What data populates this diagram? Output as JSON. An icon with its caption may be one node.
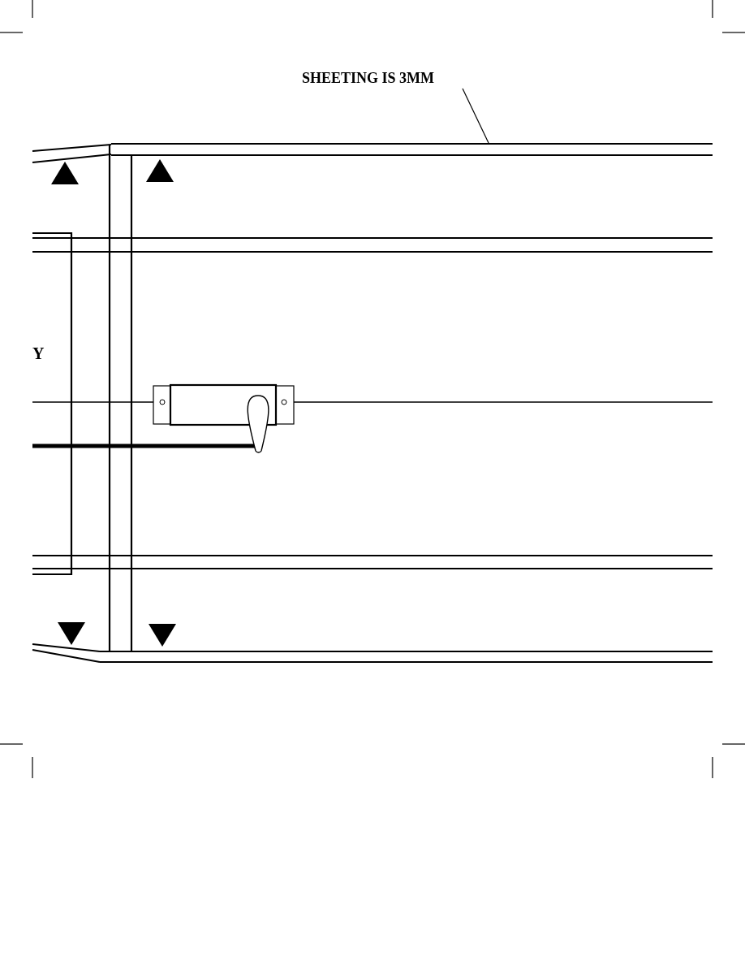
{
  "diagram": {
    "nodes": [
      {
        "text": [
          "SHEETING IS 3MM"
        ]
      },
      {
        "text": [],
        "shape": "bar"
      }
    ],
    "edges": [
      {
        "from": 0,
        "to": 1,
        "arrow": "none"
      }
    ],
    "labels": [
      "Y"
    ]
  }
}
